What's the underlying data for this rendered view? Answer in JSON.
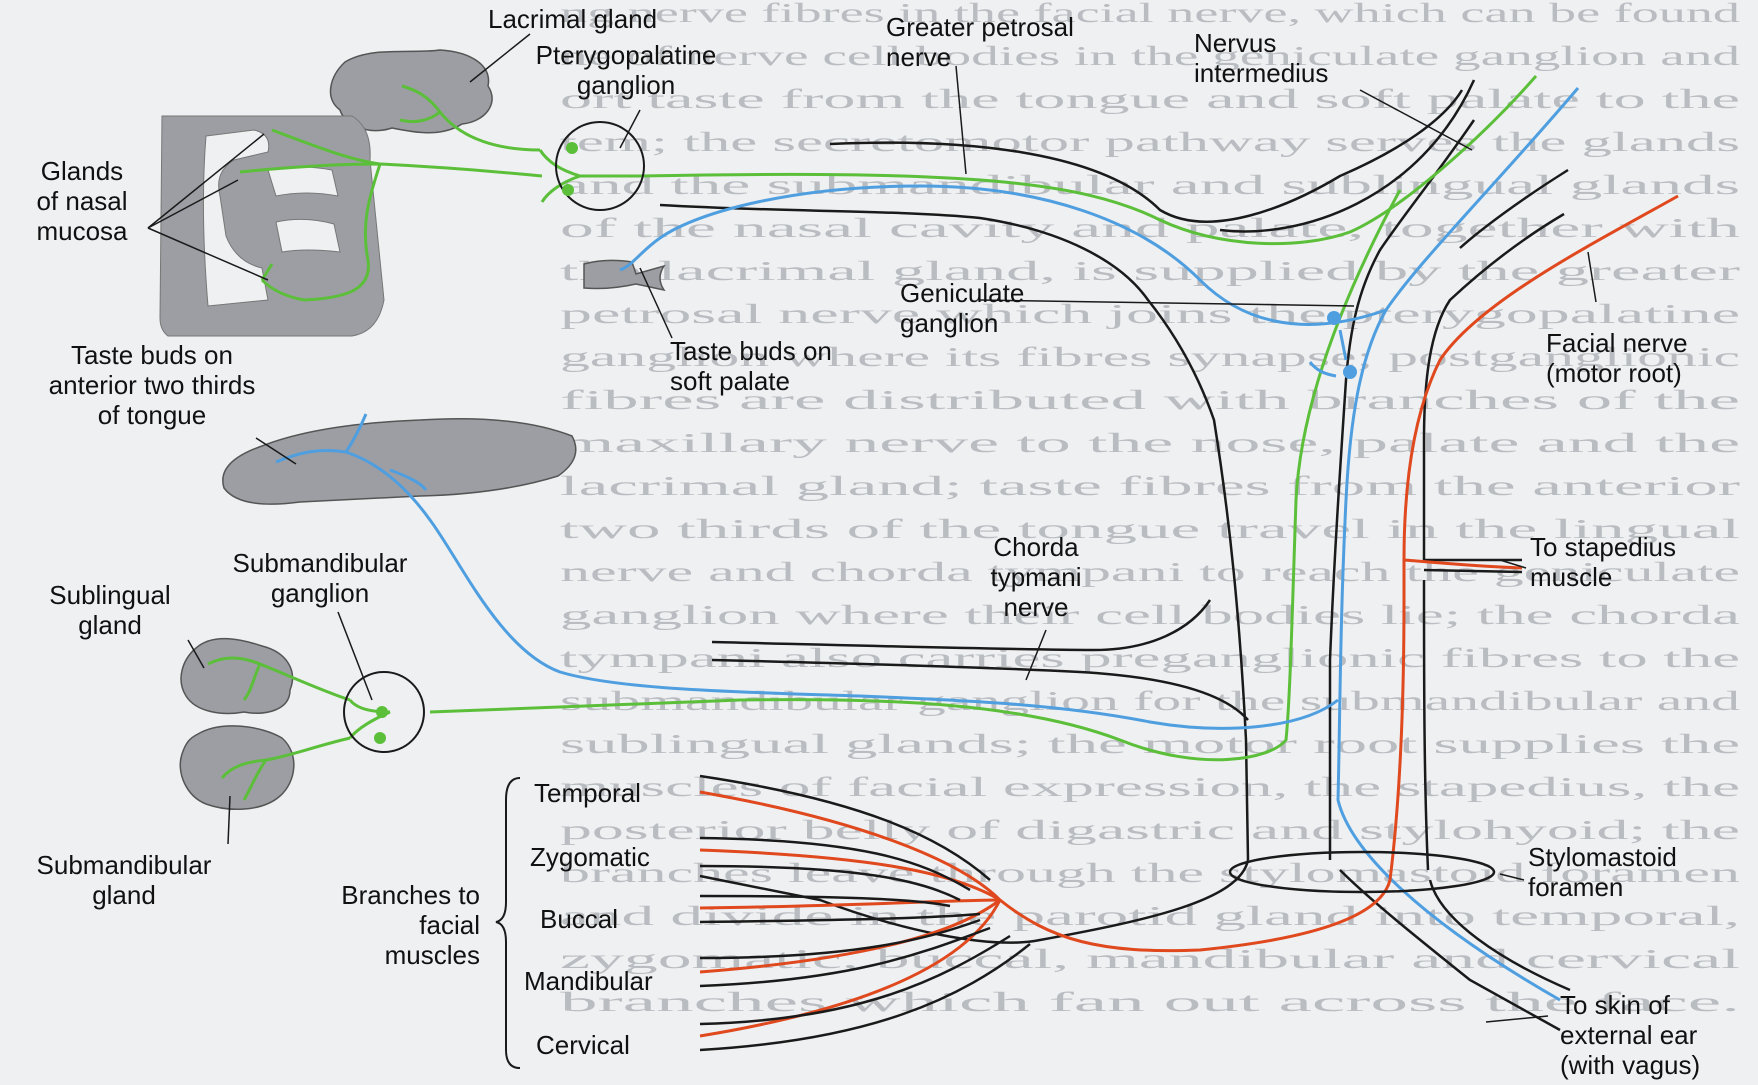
{
  "labels": {
    "lacrimal_gland": "Lacrimal gland",
    "pterygopalatine_ganglion": [
      "Pterygopalatine",
      "ganglion"
    ],
    "greater_petrosal_nerve": [
      "Greater petrosal",
      "nerve"
    ],
    "nervus_intermedius": [
      "Nervus",
      "intermedius"
    ],
    "glands_nasal_mucosa": [
      "Glands",
      "of nasal",
      "mucosa"
    ],
    "taste_buds_soft_palate": [
      "Taste buds on",
      "soft palate"
    ],
    "geniculate_ganglion": [
      "Geniculate",
      "ganglion"
    ],
    "facial_nerve_motor_root": [
      "Facial nerve",
      "(motor root)"
    ],
    "taste_buds_tongue": [
      "Taste buds on",
      "anterior two thirds",
      "of tongue"
    ],
    "submandibular_ganglion": [
      "Submandibular",
      "ganglion"
    ],
    "sublingual_gland": [
      "Sublingual",
      "gland"
    ],
    "chorda_tympani": [
      "Chorda",
      "typmani",
      "nerve"
    ],
    "to_stapedius": [
      "To stapedius",
      "muscle"
    ],
    "stylomastoid_foramen": [
      "Stylomastoid",
      "foramen"
    ],
    "submandibular_gland": [
      "Submandibular",
      "gland"
    ],
    "branches_to_facial": [
      "Branches to",
      "facial",
      "muscles"
    ],
    "temporal": "Temporal",
    "zygomatic": "Zygomatic",
    "buccal": "Buccal",
    "mandibular": "Mandibular",
    "cervical": "Cervical",
    "to_skin_external_ear": [
      "To skin of",
      "external ear",
      "(with vagus)"
    ]
  },
  "background_text": [
    "ng nerve fibres in the facial nerve, which can be found",
    "ne of nerve cell bodies in the geniculate ganglion and",
    "ort taste from the tongue and soft palate to the",
    "tem; the secretomotor pathway serves the glands",
    "and the submandibular and sublingual glands",
    "of the nasal cavity and palate, together with",
    "the lacrimal gland, is supplied by the greater",
    "petrosal nerve which joins the pterygopalatine",
    "ganglion where its fibres synapse; postganglionic",
    "fibres are distributed with branches of the",
    "maxillary nerve to the nose, palate and the",
    "lacrimal gland; taste fibres from the anterior",
    "two thirds of the tongue travel in the lingual",
    "nerve and chorda tympani to reach the geniculate",
    "ganglion where their cell bodies lie; the chorda",
    "tympani also carries preganglionic fibres to the",
    "submandibular ganglion for the submandibular and",
    "sublingual glands; the motor root supplies the",
    "muscles of facial expression, the stapedius, the",
    "posterior belly of digastric and stylohyoid; the",
    "branches leave through the stylomastoid foramen",
    "and divide in the parotid gland into temporal,",
    "zygomatic, buccal, mandibular and cervical",
    "branches which fan out across the face."
  ],
  "colors": {
    "parasympathetic": "#5cbf3a",
    "taste": "#4f9fe0",
    "motor": "#e0481e",
    "outline": "#1a1a1a",
    "tissue": "#9c9ea3"
  },
  "legend_semantics": {
    "green": "secretomotor (parasympathetic) fibres",
    "blue": "taste (special sensory) fibres",
    "red": "motor fibres"
  }
}
